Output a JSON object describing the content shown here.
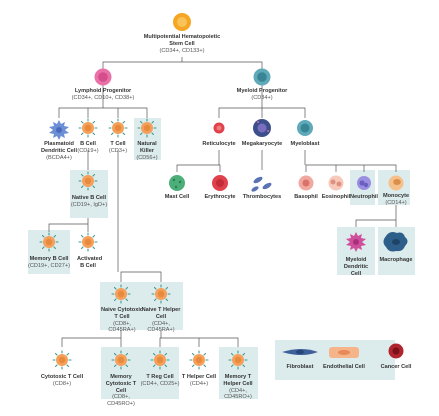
{
  "nodes": {
    "stem": {
      "title": "Multipotential Hematopoietic Stem Cell",
      "sub": "(CD34+, CD133+)"
    },
    "lymphoid": {
      "title": "Lymphoid Progenitor",
      "sub": "(CD34+, CD10+, CD38+)"
    },
    "myeloid": {
      "title": "Myeloid Progenitor",
      "sub": "(CD34+)"
    },
    "pdc": {
      "title": "Plasmatoid Dendritic Cell",
      "sub": "(BCDA4+)"
    },
    "bcell": {
      "title": "B Cell",
      "sub": "(CD19+)"
    },
    "tcell": {
      "title": "T Cell",
      "sub": "(CD3+)"
    },
    "nk": {
      "title": "Natural Killer",
      "sub": "(CD56+)"
    },
    "reticulocyte": {
      "title": "Reticulocyte",
      "sub": ""
    },
    "megakaryocyte": {
      "title": "Megakaryocyte",
      "sub": ""
    },
    "myeloblast": {
      "title": "Myeloblast",
      "sub": ""
    },
    "mast": {
      "title": "Mast Cell",
      "sub": ""
    },
    "erythrocyte": {
      "title": "Erythrocyte",
      "sub": ""
    },
    "thrombocytes": {
      "title": "Thrombocytes",
      "sub": ""
    },
    "basophil": {
      "title": "Basophil",
      "sub": ""
    },
    "eosinophil": {
      "title": "Eosinophil",
      "sub": ""
    },
    "neutrophil": {
      "title": "Neutrophil",
      "sub": ""
    },
    "monocyte": {
      "title": "Monocyte",
      "sub": "(CD14+)"
    },
    "naive_b": {
      "title": "Native B Cell",
      "sub": "(CD19+, IgD+)"
    },
    "memory_b": {
      "title": "Memory B Cell",
      "sub": "(CD19+, CD27+)"
    },
    "activated_b": {
      "title": "Activated B Cell",
      "sub": ""
    },
    "mdc": {
      "title": "Myeloid Dendritic Cell",
      "sub": ""
    },
    "macrophage": {
      "title": "Macrophage",
      "sub": ""
    },
    "naive_ctc": {
      "title": "Naive Cytotoxic T Cell",
      "sub": "(CD8+, CD45RA+)"
    },
    "naive_th": {
      "title": "Naive T Helper Cell",
      "sub": "(CD4+, CD45RA+)"
    },
    "ctc": {
      "title": "Cytotoxic T Cell",
      "sub": "(CD8+)"
    },
    "memory_ctc": {
      "title": "Memory Cytotoxic T Cell",
      "sub": "(CD8+, CD45RO+)"
    },
    "treg": {
      "title": "T Reg Cell",
      "sub": "(CD4+, CD25+)"
    },
    "th": {
      "title": "T Helper Cell",
      "sub": "(CD4+)"
    },
    "memory_th": {
      "title": "Memory T Helper Cell",
      "sub": "(CD4+, CD45RO+)"
    },
    "fibroblast": {
      "title": "Fibroblast",
      "sub": ""
    },
    "endothelial": {
      "title": "Endothelial Cell",
      "sub": ""
    },
    "cancer": {
      "title": "Cancer Cell",
      "sub": ""
    }
  },
  "colors": {
    "stem": "#f5a623",
    "lymphoid": "#e872a8",
    "myeloid": "#5eaab8",
    "tcell": "#f5a05a",
    "bcell": "#f5a05a",
    "receptor": "#3d9a8c",
    "pdc": "#6d8fd6",
    "megakaryocyte": "#3d4f8a",
    "erythro": "#e0424b",
    "mast": "#4caf7a",
    "thrombo": "#5b73b5",
    "basophil": "#f0a8a0",
    "eosinophil": "#f6c9ba",
    "neutrophil": "#9a8fe0",
    "monocyte": "#f5c08a",
    "mdc": "#d04f9c",
    "macrophage": "#2e5f8a",
    "fibroblast": "#3d5f9a",
    "endothelial": "#f5b48a",
    "cancer": "#b0242e",
    "highlight": "#dcebec",
    "line": "#555555"
  }
}
